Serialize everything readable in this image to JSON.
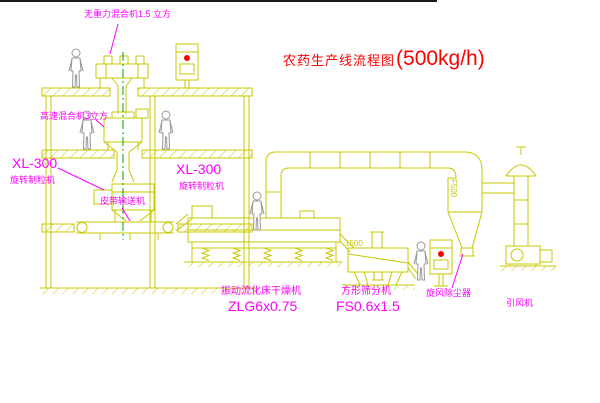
{
  "title": {
    "name": "农药生产线流程图",
    "capacity": "(500kg/h)"
  },
  "labels": {
    "gravity_mixer": "无重力混合机1.5 立方",
    "high_speed_mixer": "高速混合机3立方",
    "granulator_left_model": "XL-300",
    "granulator_left_name": "旋转制粒机",
    "granulator_right_model": "XL-300",
    "granulator_right_name": "旋转制粒机",
    "belt_conveyor": "皮带输送机",
    "fluid_bed_dryer": "振动流化床干燥机",
    "fluid_bed_dryer_model": "ZLG6x0.75",
    "square_sieve": "方形筛分机",
    "square_sieve_model": "FS0.6x1.5",
    "cyclone_dust_collector": "旋风除尘器",
    "induced_draft_fan": "引风机"
  },
  "dimensions": {
    "cyclone_diameter": "F500",
    "sieve_length": "1500"
  },
  "colors": {
    "drawing_line": "#c8c800",
    "label_text": "#ff00ff",
    "title_text": "#ff0000",
    "centerline": "#00a000",
    "figure_outline": "#999999",
    "indicator_dot": "#ff0000",
    "background": "#ffffff"
  }
}
